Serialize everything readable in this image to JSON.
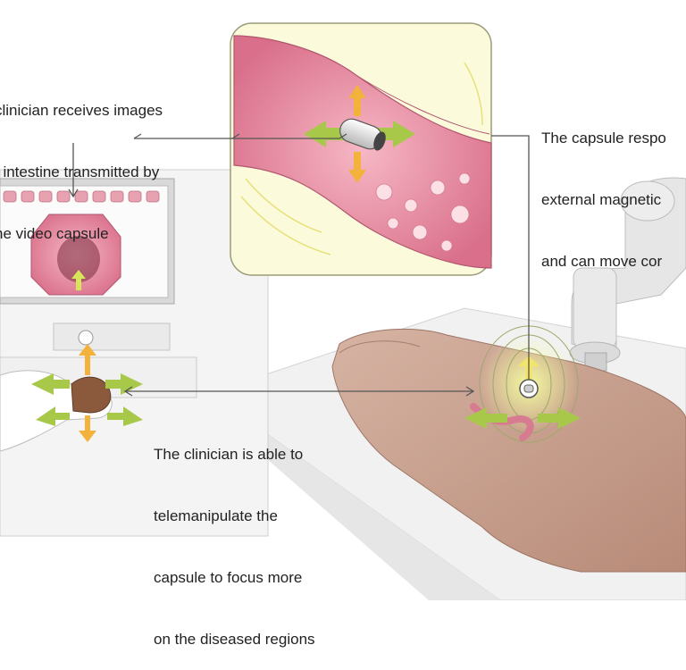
{
  "labels": {
    "clinician_receives": [
      "clinician receives images",
      "f intestine transmitted by",
      "he video capsule"
    ],
    "capsule_responds": [
      "The capsule respo",
      "external magnetic",
      "and can move cor"
    ],
    "telemanipulate": [
      "The clinician is able to",
      "telemanipulate the",
      "capsule to focus more",
      "on the diseased regions"
    ]
  },
  "colors": {
    "arrow_green": "#a8c84a",
    "arrow_orange": "#f3b23c",
    "tissue_pink": "#e58aa0",
    "skin": "#c8a391",
    "robot_gray": "#e2e2e2",
    "monitor_frame": "#d9d9d9",
    "line": "#555555"
  },
  "icons": [
    "capsule-icon",
    "magnet-field-icon",
    "robot-arm-icon",
    "hand-icon",
    "monitor-icon"
  ]
}
